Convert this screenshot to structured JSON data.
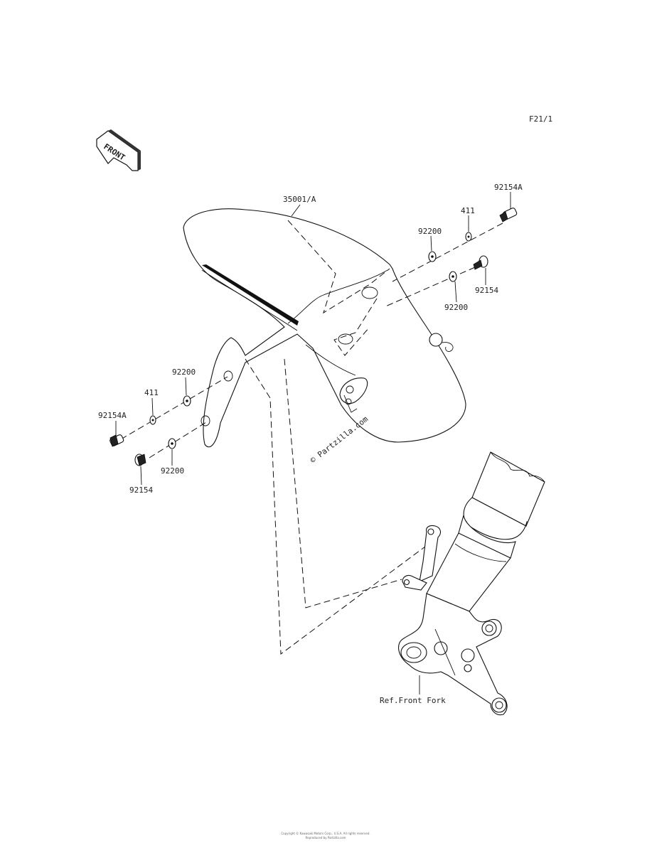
{
  "figure_code": "F21/1",
  "front_arrow_label": "FRONT",
  "watermark": "© Partzilla.com",
  "parts": {
    "fender": "35001/A",
    "bolt_a_right": "92154A",
    "washer_411_right": "411",
    "washer_92200_right_upper": "92200",
    "bolt_right": "92154",
    "washer_92200_right_lower": "92200",
    "washer_92200_left_upper": "92200",
    "washer_411_left": "411",
    "bolt_a_left": "92154A",
    "washer_92200_left_lower": "92200",
    "bolt_left": "92154"
  },
  "reference_label": "Ref.Front Fork",
  "footer_line1": "Copyright © Kawasaki Motors Corp., U.S.A. All rights reserved.",
  "footer_line2": "Reproduced by Partzilla.com"
}
